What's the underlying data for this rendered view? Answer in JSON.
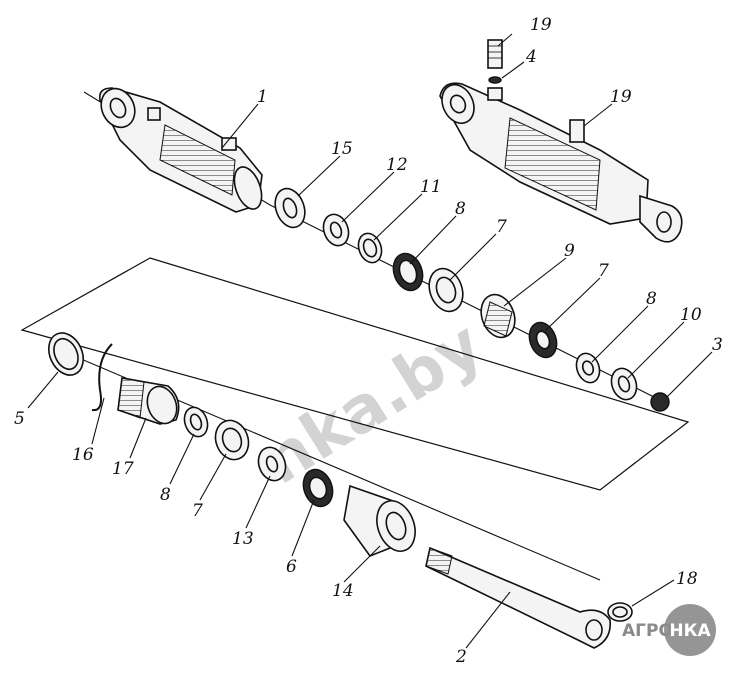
{
  "watermark": "nka.by",
  "logo": {
    "left": "АГРО",
    "right": "НКА",
    "circle_color": "#8a8a8a",
    "text_color": "#ffffff",
    "left_color": "#8a8a8a"
  },
  "labels": {
    "l1": "1",
    "l2": "2",
    "l3": "3",
    "l4": "4",
    "l5": "5",
    "l6": "6",
    "l7a": "7",
    "l7b": "7",
    "l7c": "7",
    "l8a": "8",
    "l8b": "8",
    "l8c": "8",
    "l9": "9",
    "l10": "10",
    "l11": "11",
    "l12": "12",
    "l13": "13",
    "l14": "14",
    "l15": "15",
    "l16": "16",
    "l17": "17",
    "l18": "18",
    "l19a": "19",
    "l19b": "19"
  }
}
